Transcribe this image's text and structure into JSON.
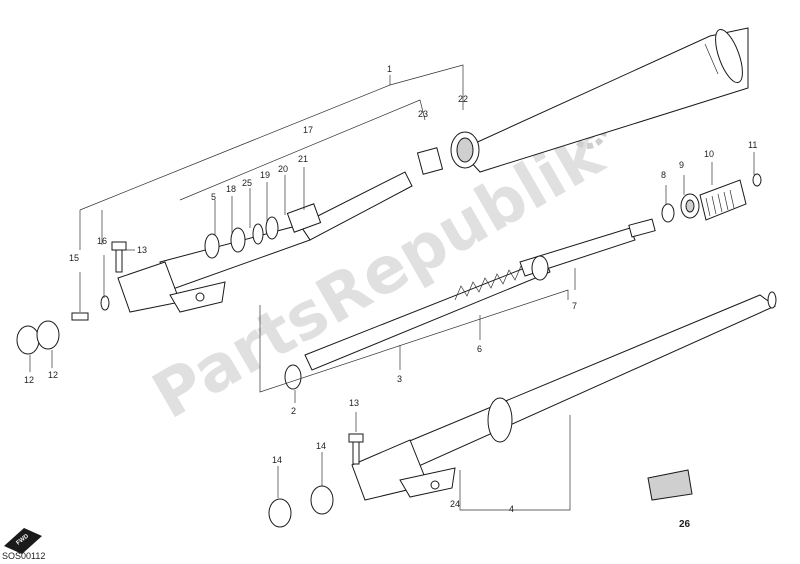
{
  "diagram": {
    "watermark": "PartsRepublik",
    "footer_code": "SOS00112",
    "fwd_label": "FWD",
    "callouts": {
      "c1": "1",
      "c2": "2",
      "c3": "3",
      "c4": "4",
      "c5": "5",
      "c6": "6",
      "c7": "7",
      "c8": "8",
      "c9": "9",
      "c10": "10",
      "c11": "11",
      "c12a": "12",
      "c12b": "12",
      "c13a": "13",
      "c13b": "13",
      "c14a": "14",
      "c14b": "14",
      "c15": "15",
      "c16": "16",
      "c17": "17",
      "c18": "18",
      "c19": "19",
      "c20": "20",
      "c21": "21",
      "c22": "22",
      "c23": "23",
      "c24": "24",
      "c25": "25",
      "c26": "26"
    }
  }
}
